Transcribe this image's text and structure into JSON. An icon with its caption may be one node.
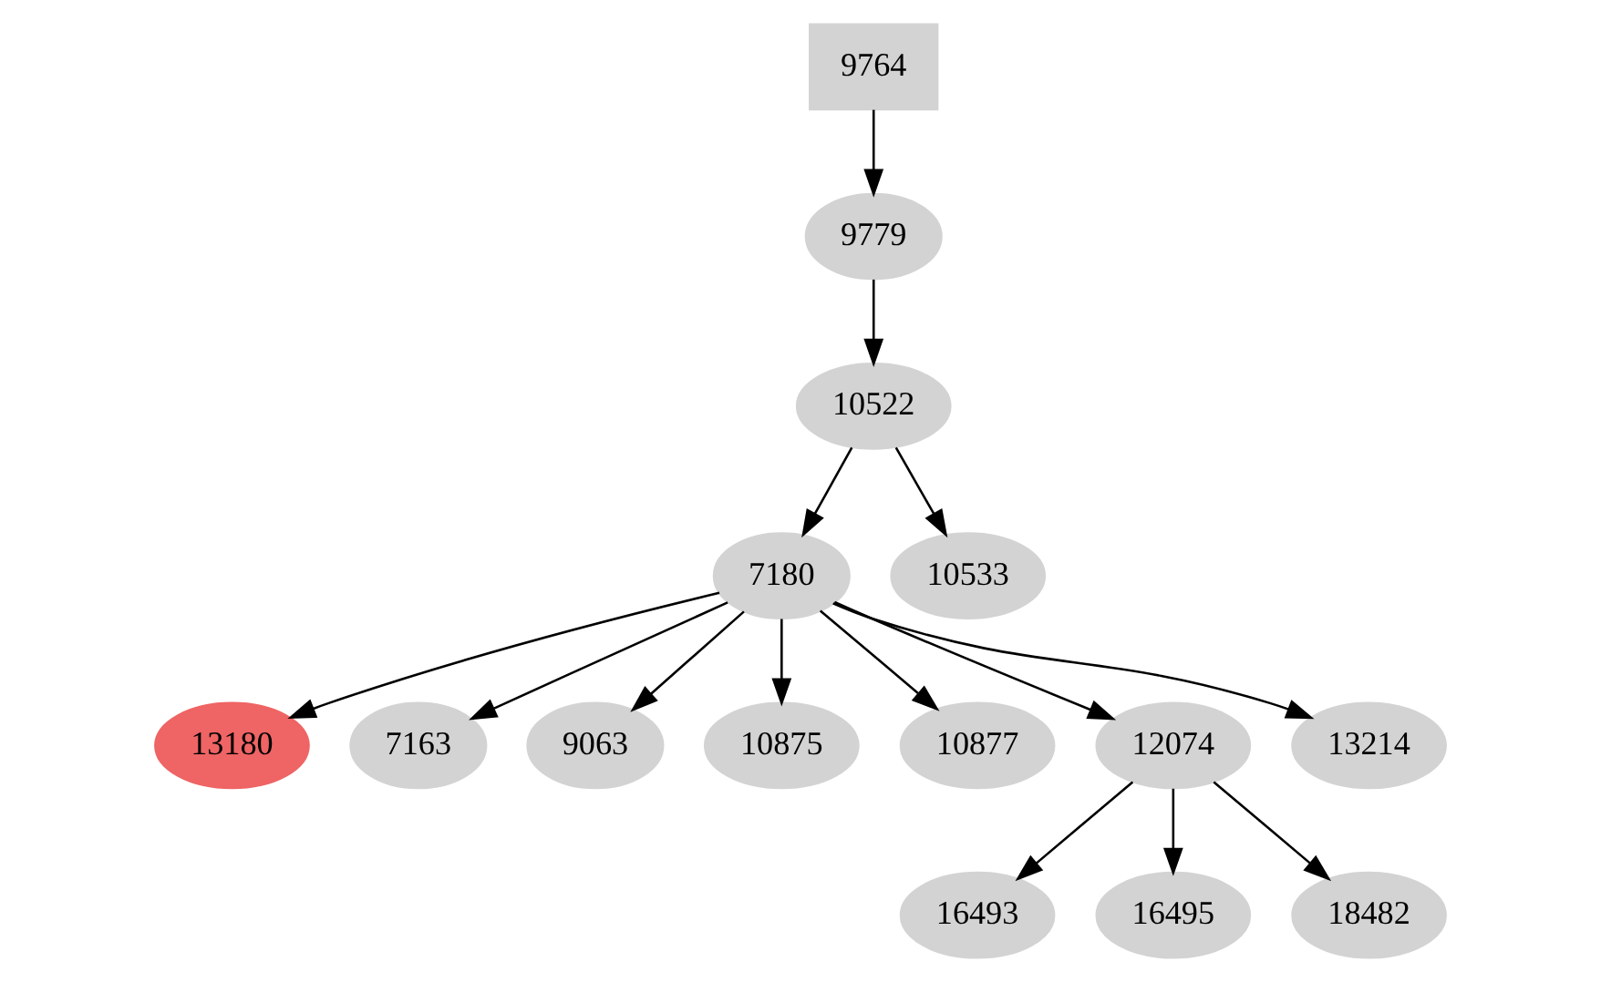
{
  "diagram": {
    "nodes": [
      {
        "text": [
          "9764"
        ]
      },
      {
        "text": [
          "9779"
        ]
      },
      {
        "text": [
          "10522"
        ]
      },
      {
        "text": [
          "7180"
        ]
      },
      {
        "text": [
          "10533"
        ]
      },
      {
        "text": [
          "13180"
        ]
      },
      {
        "text": [
          "7163"
        ]
      },
      {
        "text": [
          "9063"
        ]
      },
      {
        "text": [
          "10875"
        ]
      },
      {
        "text": [
          "10877"
        ]
      },
      {
        "text": [
          "12074"
        ]
      },
      {
        "text": [
          "13214"
        ]
      },
      {
        "text": [
          "16493"
        ]
      },
      {
        "text": [
          "16495"
        ]
      },
      {
        "text": [
          "18482"
        ]
      }
    ],
    "edges": [
      {
        "from": 0,
        "to": 1,
        "arrow": "to"
      },
      {
        "from": 1,
        "to": 2,
        "arrow": "to"
      },
      {
        "from": 2,
        "to": 3,
        "arrow": "to"
      },
      {
        "from": 2,
        "to": 4,
        "arrow": "to"
      },
      {
        "from": 3,
        "to": 5,
        "arrow": "to"
      },
      {
        "from": 3,
        "to": 6,
        "arrow": "to"
      },
      {
        "from": 3,
        "to": 7,
        "arrow": "to"
      },
      {
        "from": 3,
        "to": 8,
        "arrow": "to"
      },
      {
        "from": 3,
        "to": 9,
        "arrow": "to"
      },
      {
        "from": 3,
        "to": 10,
        "arrow": "to"
      },
      {
        "from": 3,
        "to": 11,
        "arrow": "to"
      },
      {
        "from": 10,
        "to": 12,
        "arrow": "to"
      },
      {
        "from": 10,
        "to": 13,
        "arrow": "to"
      },
      {
        "from": 10,
        "to": 14,
        "arrow": "to"
      }
    ]
  }
}
